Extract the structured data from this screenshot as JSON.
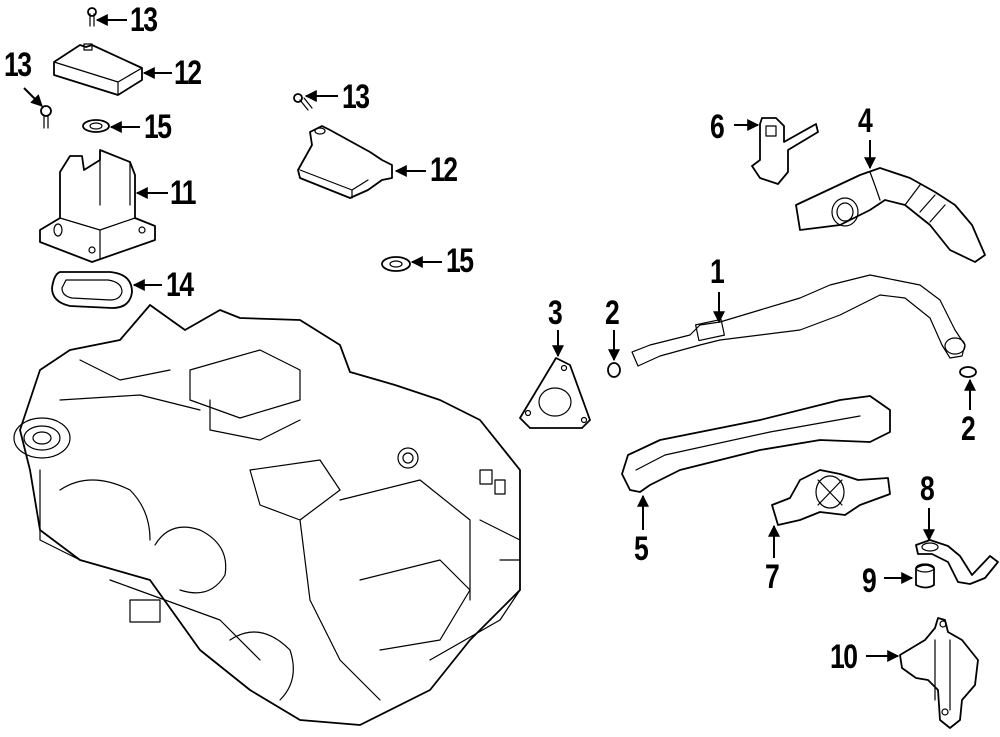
{
  "diagram": {
    "title": "Hybrid engine / inverter assembly parts diagram",
    "background_color": "#ffffff",
    "line_color": "#000000",
    "callouts": [
      {
        "id": "c13a",
        "label": "13"
      },
      {
        "id": "c12a",
        "label": "12"
      },
      {
        "id": "c13b",
        "label": "13"
      },
      {
        "id": "c15a",
        "label": "15"
      },
      {
        "id": "c11",
        "label": "11"
      },
      {
        "id": "c14",
        "label": "14"
      },
      {
        "id": "c13c",
        "label": "13"
      },
      {
        "id": "c12b",
        "label": "12"
      },
      {
        "id": "c15b",
        "label": "15"
      },
      {
        "id": "c6",
        "label": "6"
      },
      {
        "id": "c4",
        "label": "4"
      },
      {
        "id": "c1",
        "label": "1"
      },
      {
        "id": "c3",
        "label": "3"
      },
      {
        "id": "c2a",
        "label": "2"
      },
      {
        "id": "c2b",
        "label": "2"
      },
      {
        "id": "c5",
        "label": "5"
      },
      {
        "id": "c7",
        "label": "7"
      },
      {
        "id": "c8",
        "label": "8"
      },
      {
        "id": "c9",
        "label": "9"
      },
      {
        "id": "c10",
        "label": "10"
      }
    ]
  }
}
